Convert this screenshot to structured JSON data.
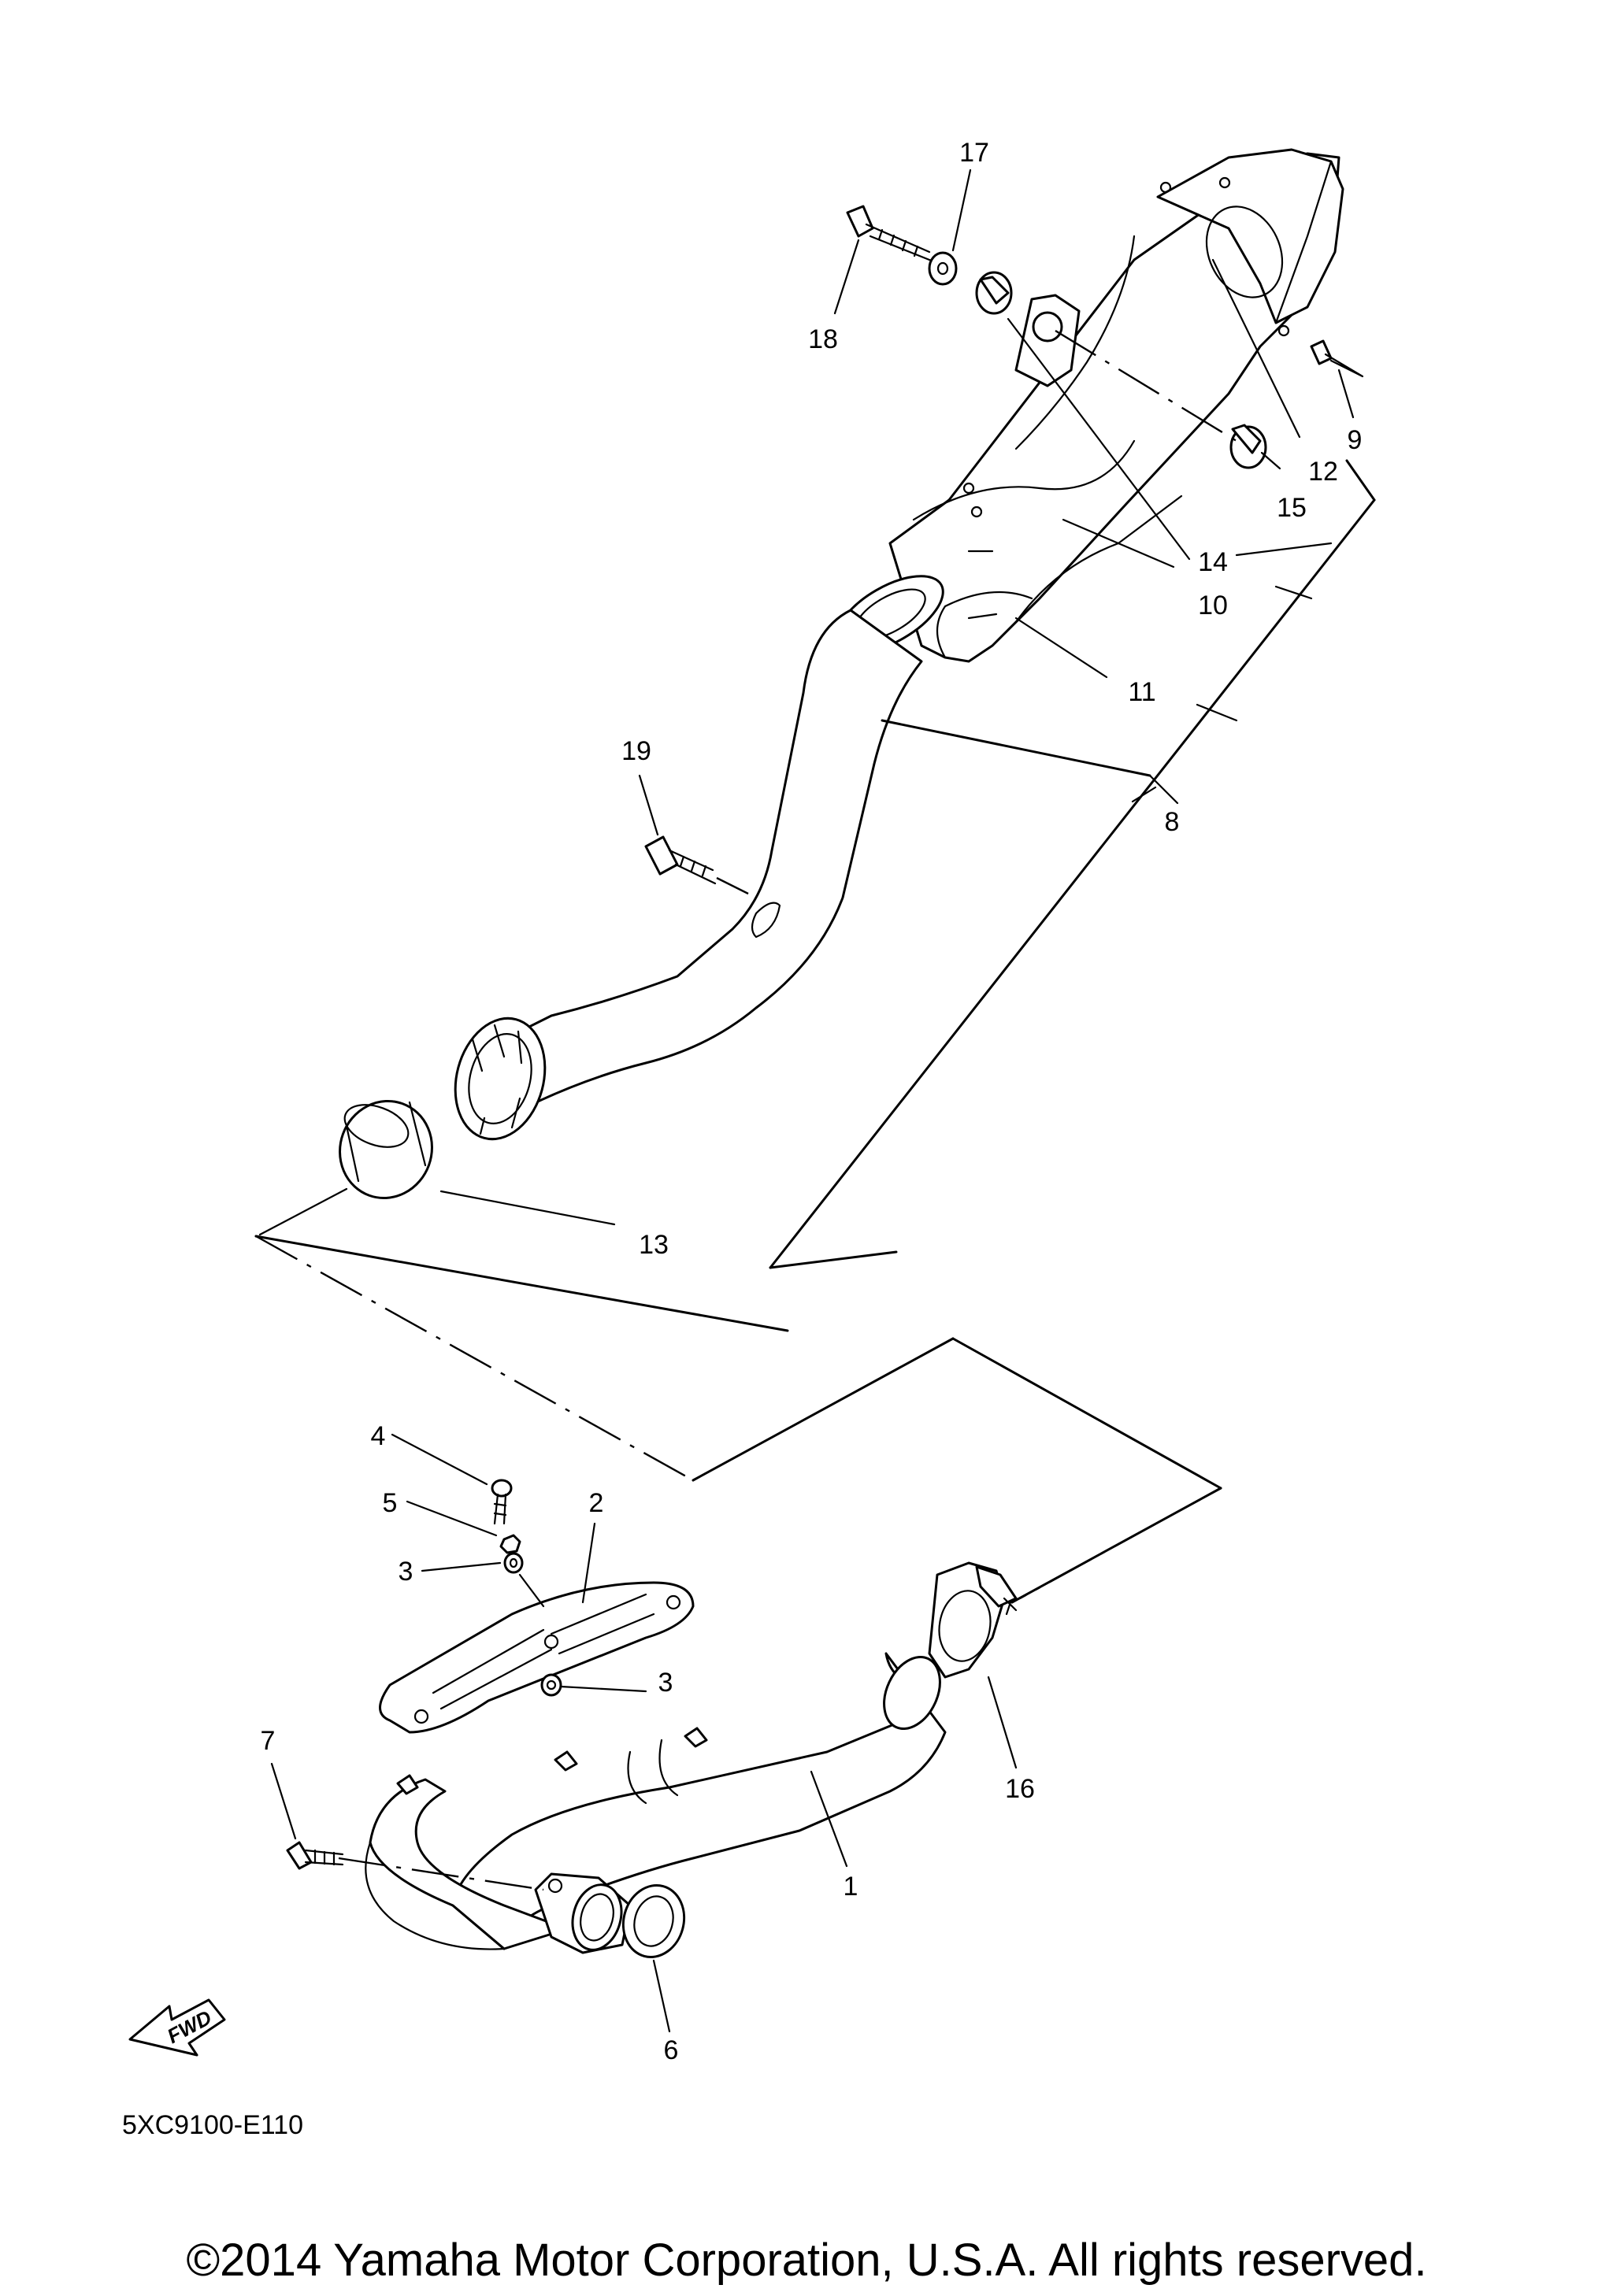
{
  "diagram": {
    "callouts": {
      "c1": "1",
      "c2": "2",
      "c3a": "3",
      "c3b": "3",
      "c4": "4",
      "c5": "5",
      "c6": "6",
      "c7": "7",
      "c8": "8",
      "c9": "9",
      "c10": "10",
      "c11": "11",
      "c12": "12",
      "c13": "13",
      "c14": "14",
      "c15": "15",
      "c16": "16",
      "c17": "17",
      "c18": "18",
      "c19": "19"
    },
    "fwd_label": "FWD",
    "diagram_code": "5XC9100-E110",
    "copyright": "©2014 Yamaha Motor Corporation, U.S.A. All rights reserved."
  }
}
